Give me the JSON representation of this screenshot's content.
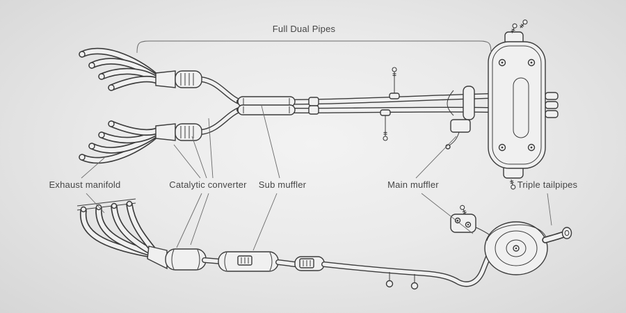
{
  "colors": {
    "background_center": "#f3f3f3",
    "background_edge": "#d6d6d6",
    "line_art": "#3b3b3b",
    "text": "#464646"
  },
  "diagram": {
    "labels": {
      "full_dual_pipes": "Full Dual Pipes",
      "exhaust_manifold": "Exhaust manifold",
      "catalytic_converter": "Catalytic converter",
      "sub_muffler": "Sub muffler",
      "main_muffler": "Main muffler",
      "triple_tailpipes": "Triple tailpipes"
    }
  }
}
